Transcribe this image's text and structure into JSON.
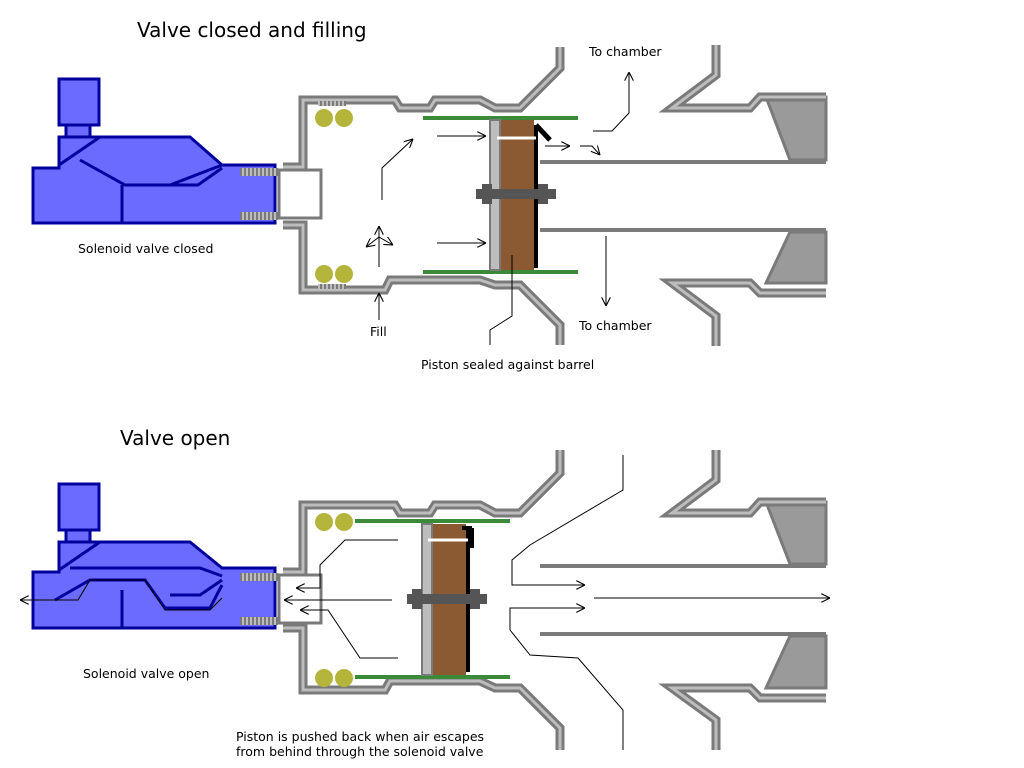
{
  "panels": [
    {
      "title": "Valve closed and filling",
      "labels": {
        "solenoid": "Solenoid valve closed",
        "fill": "Fill",
        "chamber_top": "To chamber",
        "chamber_bottom": "To chamber",
        "piston": "Piston sealed against barrel"
      }
    },
    {
      "title": "Valve open",
      "labels": {
        "solenoid": "Solenoid valve open",
        "piston_line1": "Piston is pushed back when air escapes",
        "piston_line2": "from behind through the solenoid valve"
      }
    }
  ],
  "colors": {
    "solenoid_fill": "#6b6bff",
    "solenoid_stroke": "#00009e",
    "housing_outer": "#7a7a7a",
    "housing_inner": "#bdbdbd",
    "piston": "#8b5a33",
    "seal": "#3a8a3a",
    "balls": "#b5b53c",
    "rod": "#555555"
  }
}
